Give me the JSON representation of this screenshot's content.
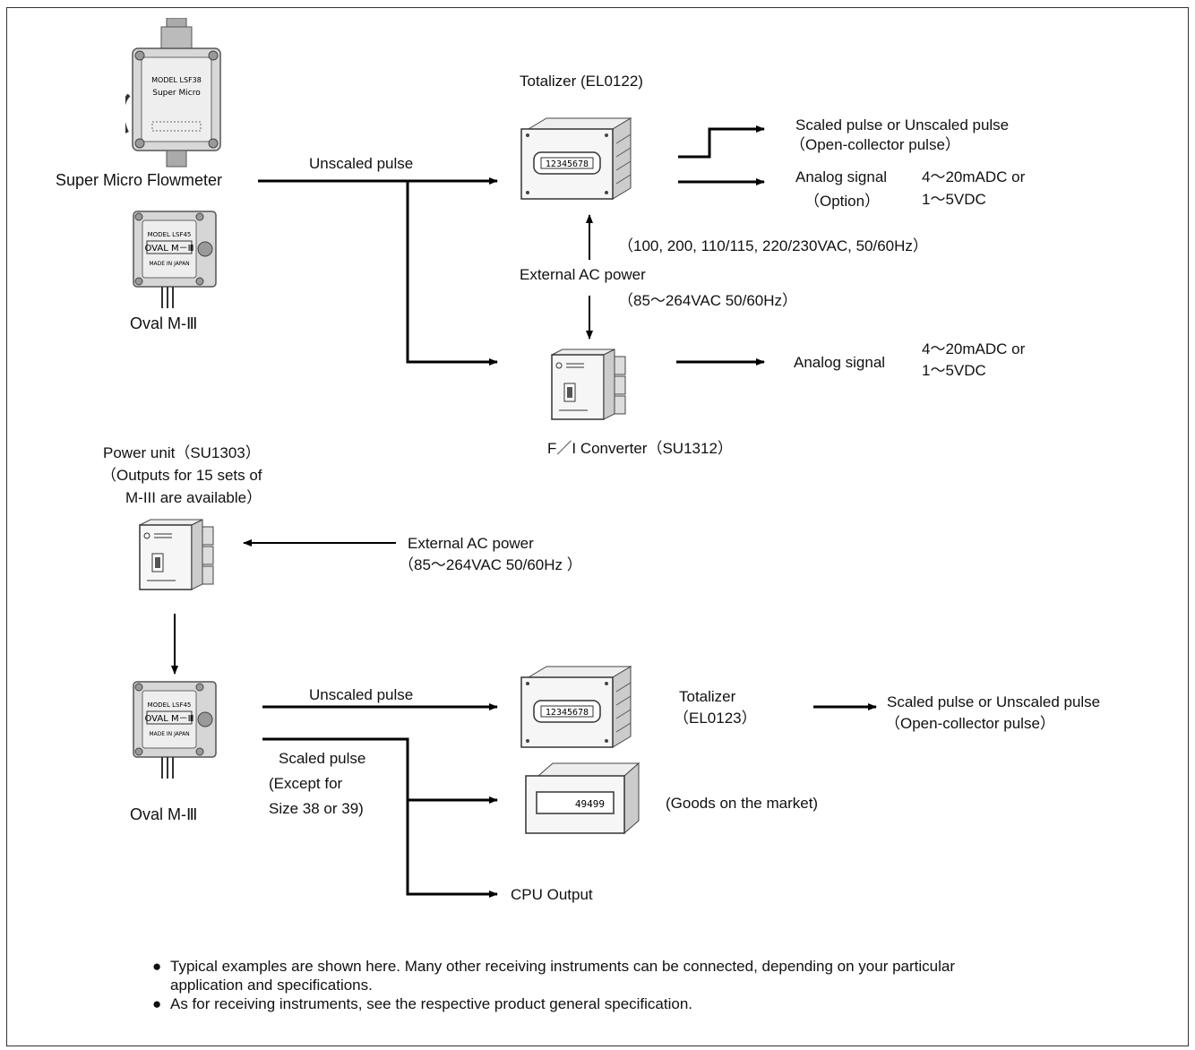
{
  "labels": {
    "totalizer_top": "Totalizer (EL0122)",
    "super_micro": "Super Micro Flowmeter",
    "oval_top": "Oval M-Ⅲ",
    "unscaled_top": "Unscaled pulse",
    "out1_line1": "Scaled pulse or Unscaled pulse",
    "out1_line2": "（Open-collector pulse）",
    "analog_opt_label": "Analog signal",
    "option": "（Option）",
    "analog_opt_range1": "4～20mADC or",
    "analog_opt_range2": "1～5VDC",
    "power_voltages": "（100, 200, 110/115, 220/230VAC, 50/60Hz）",
    "ext_ac": "External AC power",
    "ext_ac_range": "（85～264VAC 50/60Hz）",
    "analog_conv_label": "Analog signal",
    "analog_conv_range1": "4～20mADC or",
    "analog_conv_range2": "1～5VDC",
    "fi_converter": "F／I Converter（SU1312）",
    "power_unit_line1": "Power unit（SU1303）",
    "power_unit_line2": "（Outputs for 15 sets of",
    "power_unit_line3": "M-III are available）",
    "ext_ac2": "External AC power",
    "ext_ac2_range": "（85～264VAC 50/60Hz ）",
    "oval_bottom": "Oval M-Ⅲ",
    "unscaled_bottom": "Unscaled pulse",
    "totalizer_bottom_line1": "Totalizer",
    "totalizer_bottom_line2": "（EL0123）",
    "out_bottom_line1": "Scaled pulse or Unscaled pulse",
    "out_bottom_line2": "（Open-collector pulse）",
    "scaled_pulse": "Scaled pulse",
    "except1": "(Except for",
    "except2": "Size 38 or 39)",
    "goods": "(Goods on the market)",
    "cpu_output": "CPU Output"
  },
  "devices": {
    "sm_model": "MODEL  LSF38",
    "sm_name": "Super Micro",
    "oval_model": "MODEL  LSF45",
    "oval_name": "OVAL M－Ⅲ",
    "oval_made": "MADE IN JAPAN",
    "totalizer_display": "12345678",
    "counter_display": "49499"
  },
  "notes": [
    "Typical examples are shown here. Many other receiving instruments can be connected, depending on your particular",
    "application and specifications.",
    "As for receiving instruments, see the respective product general specification."
  ]
}
